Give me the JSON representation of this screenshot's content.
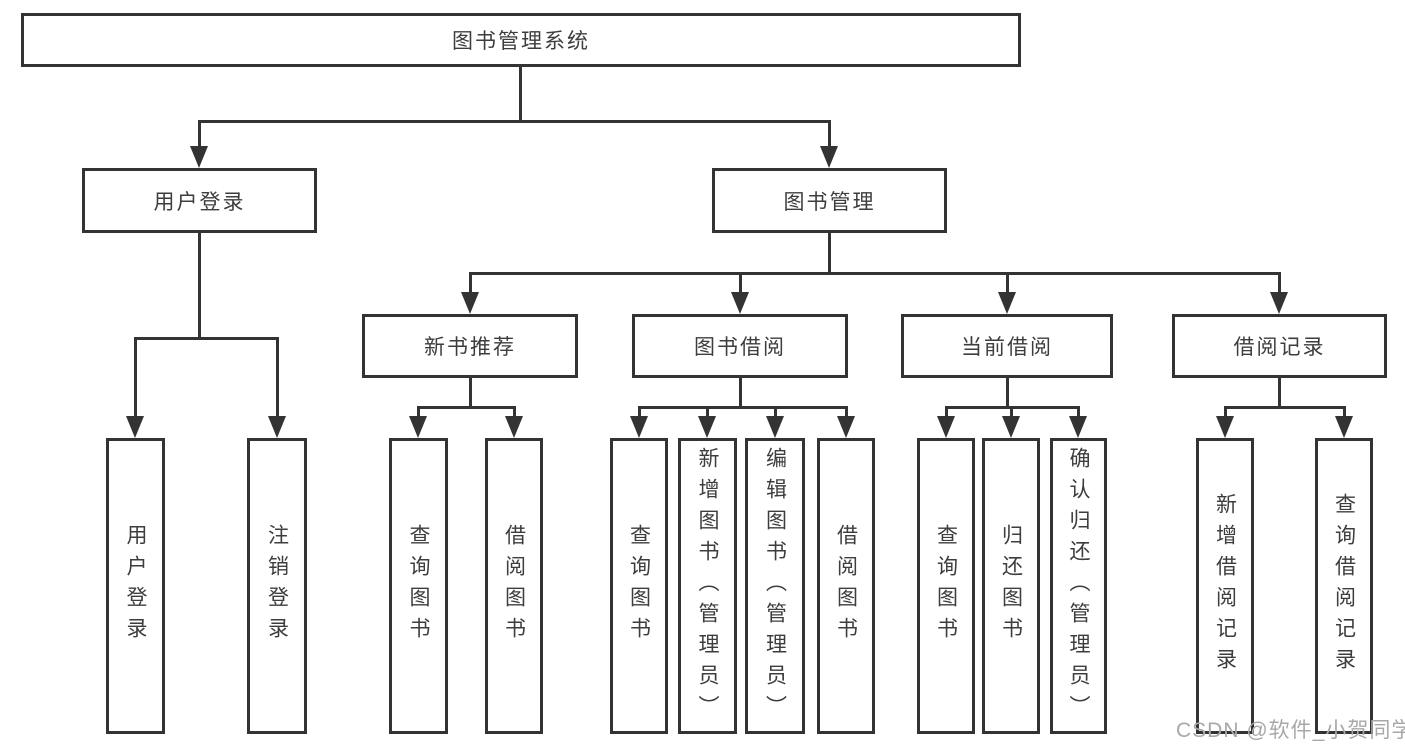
{
  "diagram": {
    "type": "hierarchy-tree",
    "title": "图书管理系统"
  },
  "structure": {
    "label": "图书管理系统",
    "children": [
      {
        "label": "用户登录",
        "children": [
          {
            "label": "用户登录"
          },
          {
            "label": "注销登录"
          }
        ]
      },
      {
        "label": "图书管理",
        "children": [
          {
            "label": "新书推荐",
            "children": [
              {
                "label": "查询图书"
              },
              {
                "label": "借阅图书"
              }
            ]
          },
          {
            "label": "图书借阅",
            "children": [
              {
                "label": "查询图书"
              },
              {
                "label": "新增图书（管理员）"
              },
              {
                "label": "编辑图书（管理员）"
              },
              {
                "label": "借阅图书"
              }
            ]
          },
          {
            "label": "当前借阅",
            "children": [
              {
                "label": "查询图书"
              },
              {
                "label": "归还图书"
              },
              {
                "label": "确认归还（管理员）"
              }
            ]
          },
          {
            "label": "借阅记录",
            "children": [
              {
                "label": "新增借阅记录"
              },
              {
                "label": "查询借阅记录"
              }
            ]
          }
        ]
      }
    ]
  },
  "watermark": {
    "text": "CSDN @软件_小贺同学"
  },
  "colors": {
    "line": "#333333",
    "text": "#3d3d3d",
    "background": "#ffffff",
    "watermark": "#a8a8a8"
  }
}
